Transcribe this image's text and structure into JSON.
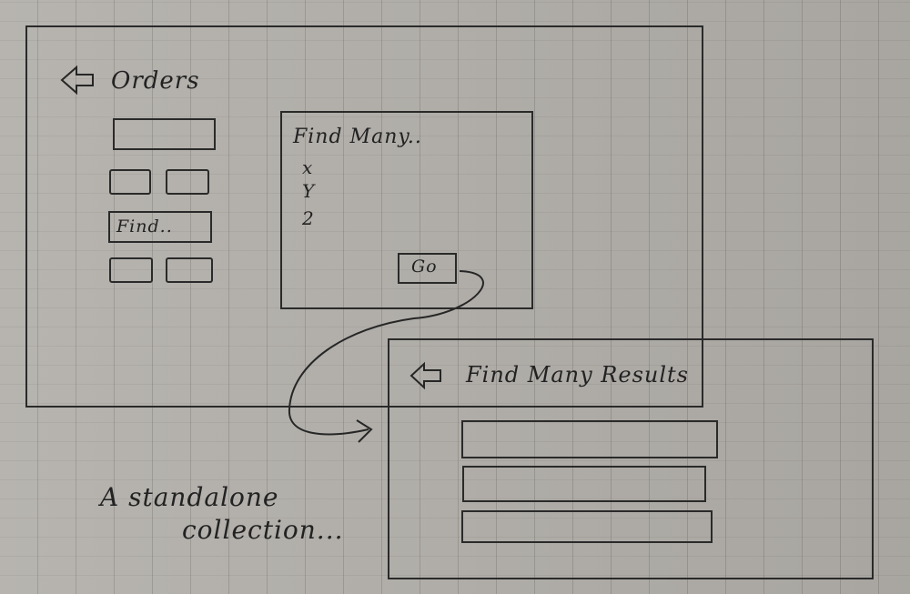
{
  "orders_screen": {
    "title": "Orders",
    "back_icon": "left-arrow-icon",
    "find_button_label": "Find..",
    "dialog": {
      "title": "Find Many..",
      "params": [
        "x",
        "Y",
        "2"
      ],
      "go_label": "Go"
    }
  },
  "results_screen": {
    "title": "Find Many Results",
    "back_icon": "left-arrow-icon",
    "rows": [
      "",
      "",
      ""
    ]
  },
  "annotation": {
    "line1": "A standalone",
    "line2": "collection..."
  },
  "colors": {
    "ink": "#262626",
    "paper": "#b3b0ab"
  }
}
